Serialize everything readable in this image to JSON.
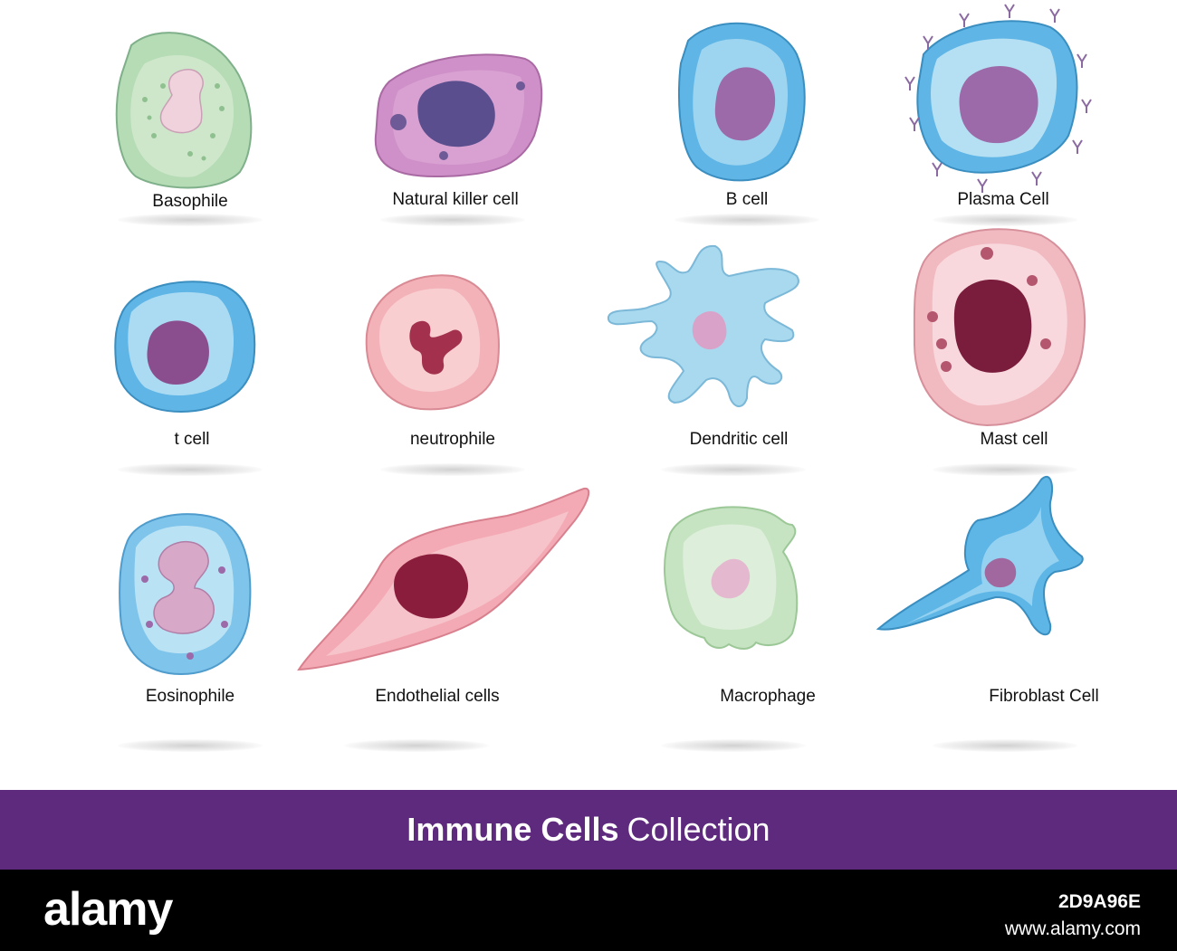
{
  "cells": [
    {
      "label": "Basophile"
    },
    {
      "label": "Natural killer cell"
    },
    {
      "label": "B cell"
    },
    {
      "label": "Plasma Cell"
    },
    {
      "label": "t cell"
    },
    {
      "label": "neutrophile"
    },
    {
      "label": "Dendritic cell"
    },
    {
      "label": "Mast cell"
    },
    {
      "label": "Eosinophile"
    },
    {
      "label": "Endothelial cells"
    },
    {
      "label": "Macrophage"
    },
    {
      "label": "Fibroblast Cell"
    }
  ],
  "banner": {
    "title_bold": "Immune Cells",
    "title_regular": "Collection",
    "color": "#5e2a7e"
  },
  "footer": {
    "brand": "alamy",
    "image_id": "2D9A96E",
    "site": "www.alamy.com"
  }
}
